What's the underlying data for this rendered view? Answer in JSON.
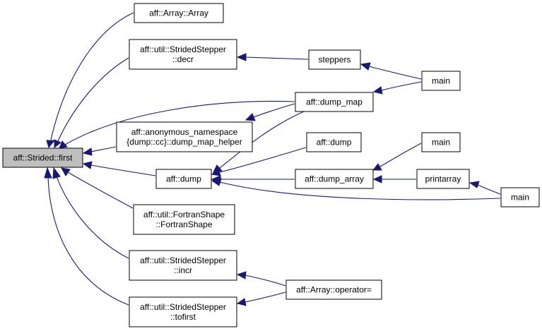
{
  "graph": {
    "nodes": {
      "first": [
        "aff::Strided::first"
      ],
      "array_ctor": [
        "aff::Array::Array"
      ],
      "decr": [
        "aff::util::StridedStepper",
        "::decr"
      ],
      "steppers": [
        "steppers"
      ],
      "main1": [
        "main"
      ],
      "dump_map": [
        "aff::dump_map"
      ],
      "helper": [
        "aff::anonymous_namespace",
        "{dump::cc}::dump_map_helper"
      ],
      "dump_top": [
        "aff::dump"
      ],
      "dump_mid": [
        "aff::dump"
      ],
      "dump_array": [
        "aff::dump_array"
      ],
      "main2": [
        "main"
      ],
      "printarray": [
        "printarray"
      ],
      "main3": [
        "main"
      ],
      "fortran": [
        "aff::util::FortranShape",
        "::FortranShape"
      ],
      "incr": [
        "aff::util::StridedStepper",
        "::incr"
      ],
      "operator": [
        "aff::Array::operator="
      ],
      "tofirst": [
        "aff::util::StridedStepper",
        "::tofirst"
      ]
    },
    "edges": [
      [
        "array_ctor",
        "first"
      ],
      [
        "decr",
        "first"
      ],
      [
        "dump_map",
        "first"
      ],
      [
        "helper",
        "first"
      ],
      [
        "dump_mid",
        "first"
      ],
      [
        "fortran",
        "first"
      ],
      [
        "incr",
        "first"
      ],
      [
        "tofirst",
        "first"
      ],
      [
        "steppers",
        "decr"
      ],
      [
        "main1",
        "steppers"
      ],
      [
        "main1",
        "dump_map"
      ],
      [
        "dump_map",
        "helper"
      ],
      [
        "dump_map",
        "dump_mid"
      ],
      [
        "dump_top",
        "dump_mid"
      ],
      [
        "dump_array",
        "dump_mid"
      ],
      [
        "main3",
        "dump_mid"
      ],
      [
        "main2",
        "dump_array"
      ],
      [
        "printarray",
        "dump_array"
      ],
      [
        "main3",
        "printarray"
      ],
      [
        "operator",
        "incr"
      ],
      [
        "operator",
        "tofirst"
      ]
    ]
  },
  "colors": {
    "edge": "#191970",
    "root_fill": "#bfbfbf",
    "node_fill": "#ffffff",
    "node_border": "#000000"
  }
}
